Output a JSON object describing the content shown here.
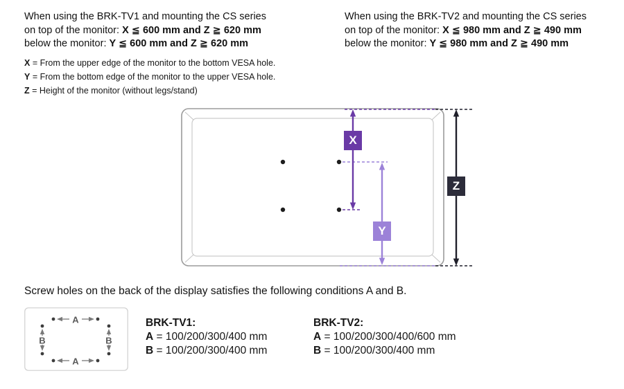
{
  "page": {
    "background": "#ffffff"
  },
  "header": {
    "left": {
      "line1": "When using the BRK-TV1 and mounting the CS series",
      "line2_prefix": "on top of the monitor: ",
      "line2_bold": "X ≦ 600 mm and Z ≧ 620 mm",
      "line3_prefix": "below the monitor: ",
      "line3_bold": "Y ≦ 600 mm and Z ≧ 620 mm"
    },
    "right": {
      "line1": "When using the BRK-TV2 and mounting the CS series",
      "line2_prefix": "on top of the monitor: ",
      "line2_bold": "X ≦ 980 mm and Z ≧ 490 mm",
      "line3_prefix": "below the monitor: ",
      "line3_bold": "Y ≦ 980 mm and Z ≧ 490 mm"
    }
  },
  "definitions": [
    {
      "term": "X",
      "rest": " = From the upper edge of the monitor to the bottom VESA hole."
    },
    {
      "term": "Y",
      "rest": " = From the bottom edge of the monitor to the upper VESA hole."
    },
    {
      "term": "Z",
      "rest": " = Height of the monitor (without legs/stand)"
    }
  ],
  "diagram": {
    "x_label": "X",
    "y_label": "Y",
    "z_label": "Z",
    "colors": {
      "x": "#6a3aa6",
      "y": "#9c82d8",
      "z": "#2c2c3a"
    }
  },
  "bottom": {
    "heading": "Screw holes on the back of the display satisfies the following conditions A and B.",
    "hole_labels": {
      "a": "A",
      "b": "B"
    },
    "specs": [
      {
        "title": "BRK-TV1:",
        "rows": [
          {
            "term": "A",
            "rest": " = 100/200/300/400 mm"
          },
          {
            "term": "B",
            "rest": " = 100/200/300/400 mm"
          }
        ]
      },
      {
        "title": "BRK-TV2:",
        "rows": [
          {
            "term": "A",
            "rest": " = 100/200/300/400/600 mm"
          },
          {
            "term": "B",
            "rest": " = 100/200/300/400 mm"
          }
        ]
      }
    ]
  }
}
